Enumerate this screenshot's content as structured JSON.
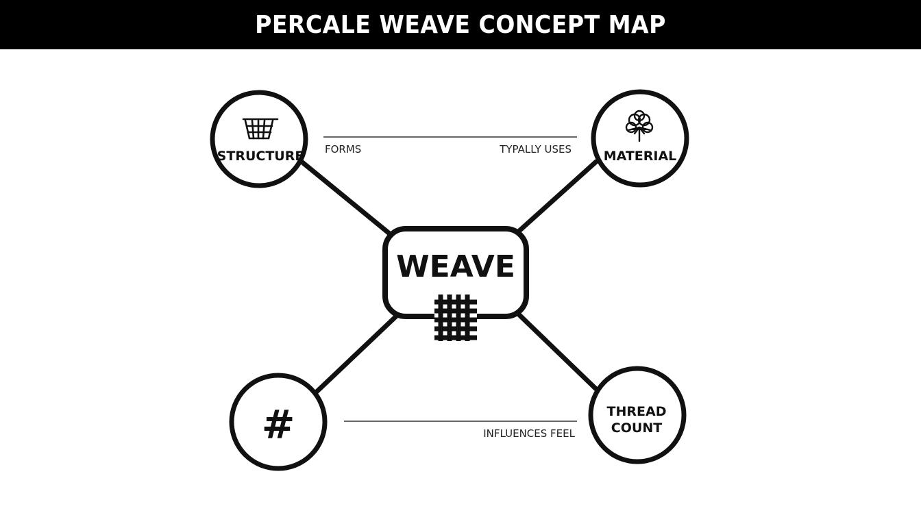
{
  "title": "PERCALE WEAVE CONCEPT MAP",
  "center": {
    "label": "WEAVE",
    "icon": "weave-grid-icon"
  },
  "nodes": {
    "structure": {
      "label": "STRUCTURE",
      "icon": "basket-icon"
    },
    "material": {
      "label": "MATERIAL",
      "icon": "cotton-boll-icon"
    },
    "hash": {
      "label": "#",
      "icon": "hash-icon"
    },
    "thread_count": {
      "label_line1": "THREAD",
      "label_line2": "COUNT"
    }
  },
  "edge_labels": {
    "forms": "FORMS",
    "typically_uses": "TYPALLY USES",
    "influences_feel": "INFLUENCES FEEL"
  },
  "colors": {
    "ink": "#111111",
    "title_bar": "#000000",
    "title_text": "#ffffff",
    "background": "#ffffff"
  }
}
